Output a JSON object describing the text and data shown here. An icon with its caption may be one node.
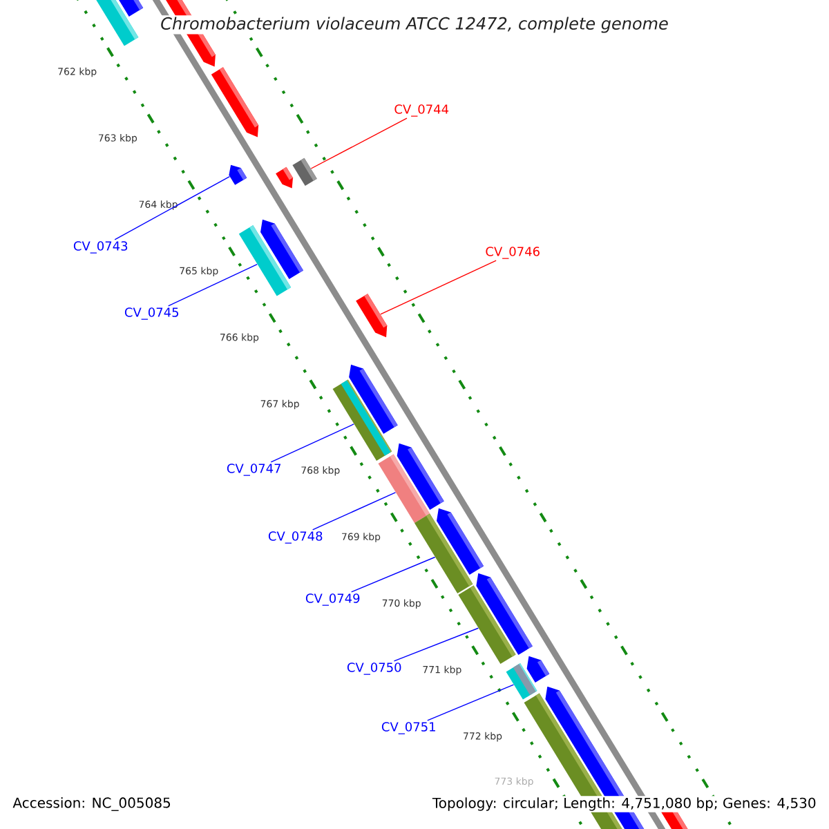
{
  "diagram": {
    "title": "Chromobacterium violaceum ATCC 12472, complete genome",
    "nodes": [
      {
        "text": [
          "CV_0744"
        ]
      },
      {
        "text": [],
        "shape": "bar"
      },
      {
        "text": [
          "CV_0743"
        ]
      },
      {
        "text": [],
        "shape": "bar"
      },
      {
        "text": [
          "CV_0746"
        ]
      },
      {
        "text": [],
        "shape": "bar"
      },
      {
        "text": [
          "CV_0745"
        ]
      },
      {
        "text": [],
        "shape": "bar"
      },
      {
        "text": [
          "CV_0747"
        ]
      },
      {
        "text": [],
        "shape": "bar"
      },
      {
        "text": [
          "CV_0748"
        ]
      },
      {
        "text": [],
        "shape": "bar"
      },
      {
        "text": [
          "CV_0749"
        ]
      },
      {
        "text": [],
        "shape": "bar"
      },
      {
        "text": [
          "CV_0750"
        ]
      },
      {
        "text": [],
        "shape": "bar"
      },
      {
        "text": [
          "CV_0751"
        ]
      },
      {
        "text": [],
        "shape": "bar"
      }
    ],
    "edges": [
      {
        "from": 0,
        "to": 1,
        "arrow": "none",
        "color": "#ff0000"
      },
      {
        "from": 2,
        "to": 3,
        "arrow": "none"
      },
      {
        "from": 4,
        "to": 5,
        "arrow": "none",
        "color": "#ff0000"
      },
      {
        "from": 6,
        "to": 7,
        "arrow": "none"
      },
      {
        "from": 8,
        "to": 9,
        "arrow": "none"
      },
      {
        "from": 10,
        "to": 11,
        "arrow": "none"
      },
      {
        "from": 12,
        "to": 13,
        "arrow": "none"
      },
      {
        "from": 14,
        "to": 15,
        "arrow": "none"
      },
      {
        "from": 16,
        "to": 17,
        "arrow": "none"
      }
    ],
    "labels": [
      "762 kbp",
      "763 kbp",
      "764 kbp",
      "765 kbp",
      "766 kbp",
      "767 kbp",
      "768 kbp",
      "769 kbp",
      "770 kbp",
      "771 kbp",
      "772 kbp",
      "773 kbp",
      "Accession: NC_005085",
      "Topology: circular; Length: 4,751,080 bp; Genes: 4,530"
    ]
  }
}
